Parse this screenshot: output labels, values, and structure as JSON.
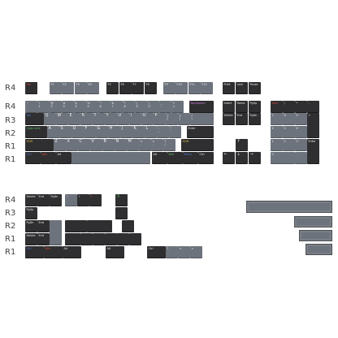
{
  "row_labels": {
    "top": [
      "R4",
      "R4",
      "R3",
      "R2",
      "R1",
      "R1"
    ],
    "bottom": [
      "R4",
      "R3",
      "R2",
      "R1",
      "R1"
    ]
  },
  "keys": {
    "esc": "Esc",
    "f": [
      "F1",
      "F2",
      "F3",
      "F4",
      "F5",
      "F6",
      "F7",
      "F8",
      "F9",
      "F10",
      "F11",
      "F12"
    ],
    "print": "Print",
    "scroll": "Lock",
    "pause": "Pause",
    "num_row": [
      "~\n`",
      "!\n1",
      "@\n2",
      "#\n3",
      "$\n4",
      "%\n5",
      "^\n6",
      "&\n7",
      "*\n8",
      "(\n9",
      ")\n0",
      "_\n-",
      "+\n="
    ],
    "backspace": "Backspace",
    "tab": "Tab",
    "q_row": [
      "Q",
      "W",
      "E",
      "R",
      "T",
      "Y",
      "U",
      "I",
      "O",
      "P",
      "{\n[",
      "}\n]",
      "|\n\\"
    ],
    "caps": "Caps Lock",
    "a_row": [
      "A",
      "S",
      "D",
      "F",
      "G",
      "H",
      "J",
      "K",
      "L",
      ":\n;",
      "\"\n'"
    ],
    "enter": "Enter",
    "shift_l": "Shift",
    "z_row": [
      "Z",
      "X",
      "C",
      "V",
      "B",
      "N",
      "M",
      "<\n,",
      ">\n.",
      "?\n/"
    ],
    "shift_r": "Shift",
    "bottom_row": [
      "Ctrl",
      "Win",
      "Alt",
      "",
      "Alt",
      "Win",
      "Menu",
      "Ctrl"
    ],
    "nav": [
      "Insert",
      "Home",
      "PgUp",
      "Delete",
      "End",
      "PgDn"
    ],
    "arrows": [
      "↑",
      "←",
      "↓",
      "→"
    ],
    "numpad": [
      "Num",
      "/",
      "*",
      "-",
      "7",
      "8",
      "9",
      "+",
      "4",
      "5",
      "6",
      "1",
      "2",
      "3",
      "Enter",
      "0",
      "."
    ],
    "extras_r4": [
      "Delete",
      "End",
      "PgDn",
      "~",
      "!",
      "?",
      "ℛ"
    ],
    "extras_r3": [
      "PgUp"
    ],
    "extras_r2": [
      "PgDn",
      "End",
      "",
      ""
    ],
    "extras_r1a": [
      "Delete",
      "End",
      "PgUp"
    ],
    "extras_r1b": [
      "Ctrl",
      "Win",
      "Alt",
      "Alt",
      "Ctrl",
      "?",
      "<",
      ">"
    ]
  }
}
